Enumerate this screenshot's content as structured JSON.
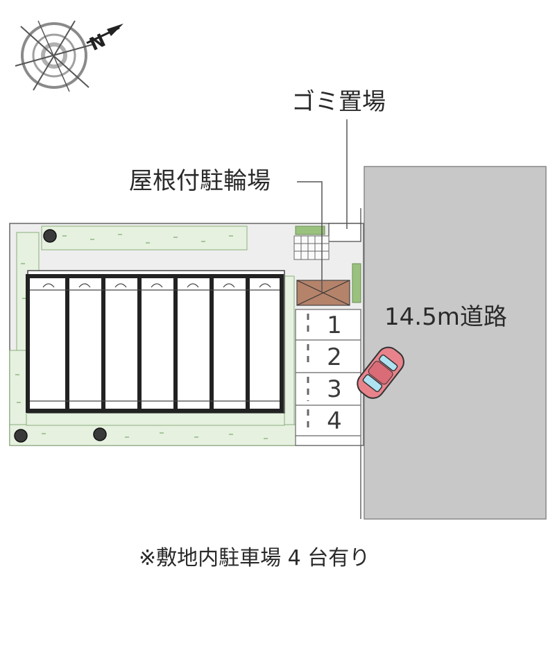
{
  "labels": {
    "garbage": "ゴミ置場",
    "bike_parking": "屋根付駐輪場",
    "road": "14.5m道路",
    "footnote": "※敷地内駐車場 4 台有り"
  },
  "compass": {
    "north_letter": "N",
    "icon": "compass-rose-icon"
  },
  "parking_spaces": [
    "1",
    "2",
    "3",
    "4"
  ],
  "colors": {
    "road": "#c8c8c8",
    "greenery": "#e6f1e0",
    "site": "#eeeeee",
    "bike_shed": "#b4836a",
    "car": "#e8838c"
  }
}
